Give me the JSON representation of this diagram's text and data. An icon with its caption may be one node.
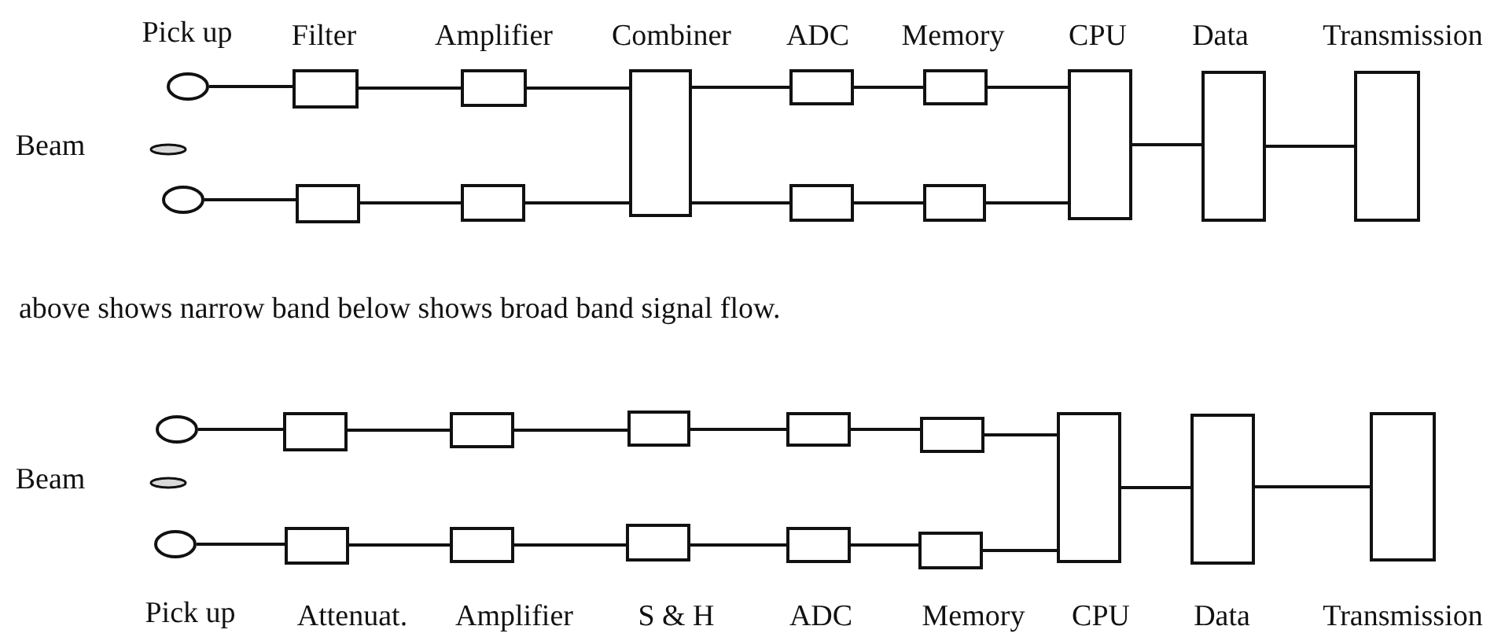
{
  "diagram": {
    "nodes": [
      {
        "text": [
          "Pick up"
        ]
      },
      {
        "text": [
          "Filter"
        ]
      },
      {
        "text": [
          "Amplifier"
        ]
      },
      {
        "text": [
          "Combiner"
        ]
      },
      {
        "text": [
          "ADC"
        ]
      },
      {
        "text": [
          "Memory"
        ]
      },
      {
        "text": [
          "CPU"
        ]
      },
      {
        "text": [
          "Data"
        ]
      },
      {
        "text": [
          "Transmission"
        ]
      },
      {
        "text": [
          "Beam"
        ]
      },
      {
        "text": [],
        "shape": "circle"
      },
      {
        "text": [],
        "shape": "box"
      },
      {
        "text": [],
        "shape": "box"
      },
      {
        "text": [],
        "shape": "box"
      },
      {
        "text": [],
        "shape": "box"
      },
      {
        "text": [],
        "shape": "circle"
      },
      {
        "text": [],
        "shape": "box"
      },
      {
        "text": [],
        "shape": "box"
      },
      {
        "text": [],
        "shape": "box"
      },
      {
        "text": [],
        "shape": "box"
      },
      {
        "text": [],
        "shape": "box"
      },
      {
        "text": [
          "CPU"
        ]
      },
      {
        "text": [
          "Data"
        ]
      },
      {
        "text": [
          "Transmission"
        ]
      },
      {
        "text": [
          "Beam"
        ]
      },
      {
        "text": [
          "Pick up"
        ]
      },
      {
        "text": [
          "Attenuat."
        ]
      },
      {
        "text": [
          "Amplifier"
        ]
      },
      {
        "text": [
          "S & H"
        ]
      },
      {
        "text": [
          "ADC"
        ]
      },
      {
        "text": [
          "Memory"
        ]
      }
    ],
    "edges": [
      {
        "from": 0,
        "to": 1,
        "arrow": "none"
      },
      {
        "from": 1,
        "to": 2,
        "arrow": "none"
      },
      {
        "from": 2,
        "to": 3,
        "arrow": "none"
      },
      {
        "from": 3,
        "to": 4,
        "arrow": "none"
      },
      {
        "from": 4,
        "to": 5,
        "arrow": "none"
      },
      {
        "from": 5,
        "to": 6,
        "arrow": "none"
      },
      {
        "from": 10,
        "to": 11,
        "arrow": "none"
      },
      {
        "from": 11,
        "to": 12,
        "arrow": "none"
      },
      {
        "from": 12,
        "to": 3,
        "arrow": "none"
      },
      {
        "from": 3,
        "to": 13,
        "arrow": "none"
      },
      {
        "from": 13,
        "to": 14,
        "arrow": "none"
      },
      {
        "from": 14,
        "to": 6,
        "arrow": "none"
      },
      {
        "from": 6,
        "to": 7,
        "arrow": "none"
      },
      {
        "from": 7,
        "to": 8,
        "arrow": "none"
      },
      {
        "from": 15,
        "to": 16,
        "arrow": "none"
      },
      {
        "from": 16,
        "to": 17,
        "arrow": "none"
      },
      {
        "from": 17,
        "to": 18,
        "arrow": "none"
      },
      {
        "from": 18,
        "to": 19,
        "arrow": "none"
      },
      {
        "from": 19,
        "to": 20,
        "arrow": "none"
      },
      {
        "from": 20,
        "to": 21,
        "arrow": "none"
      },
      {
        "from": 25,
        "to": 26,
        "arrow": "none"
      },
      {
        "from": 26,
        "to": 27,
        "arrow": "none"
      },
      {
        "from": 27,
        "to": 28,
        "arrow": "none"
      },
      {
        "from": 28,
        "to": 29,
        "arrow": "none"
      },
      {
        "from": 29,
        "to": 30,
        "arrow": "none"
      },
      {
        "from": 30,
        "to": 21,
        "arrow": "none"
      },
      {
        "from": 21,
        "to": 22,
        "arrow": "none"
      },
      {
        "from": 22,
        "to": 23,
        "arrow": "none"
      }
    ],
    "labels": [
      "above shows narrow band below shows broad band signal flow."
    ]
  }
}
